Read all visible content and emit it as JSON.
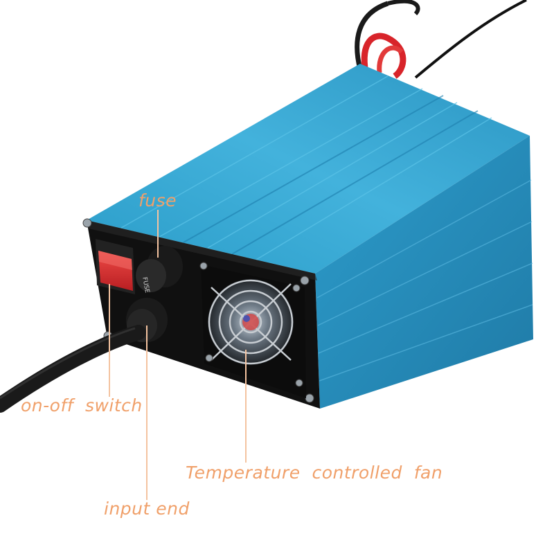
{
  "colors": {
    "callout_text": "#f0a06a",
    "callout_line": "#f4c3a0",
    "housing_blue": "#2f9fc8",
    "housing_dark_blue": "#1c6f96",
    "panel_black": "#101010",
    "switch_red": "#d32a2a",
    "cable_black": "#1a1a1a",
    "wire_red": "#d8242a"
  },
  "fuse_holder_text": "FUSE",
  "labels": {
    "fuse": "fuse",
    "on_off_switch": "on-off  switch",
    "temperature_fan": "Temperature  controlled  fan",
    "input_end": "input end"
  }
}
